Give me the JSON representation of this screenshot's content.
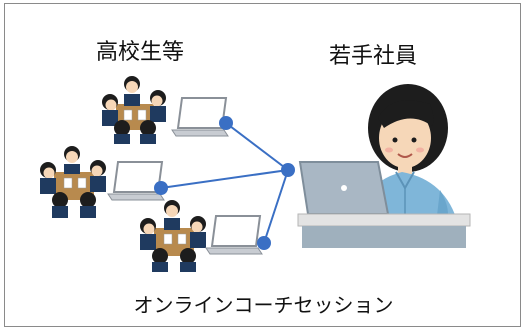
{
  "labels": {
    "students": "高校生等",
    "employee": "若手社員",
    "session": "オンラインコーチセッション"
  },
  "colors": {
    "node": "#3a6fc4",
    "line": "#3a6fc4",
    "laptop_body": "#c8ccd2",
    "laptop_screen": "#ffffff",
    "table": "#b88a4e",
    "hair": "#1d1d1d",
    "uniform": "#1f3a5f",
    "employee_shirt": "#7fb6d9",
    "employee_laptop": "#a9b7c4",
    "desk_top": "#e3e3e3",
    "desk_front": "#9fb0bd",
    "skin": "#f6d7b8"
  },
  "icons": [
    "student-group-icon",
    "laptop-icon",
    "employee-icon",
    "connection-node-icon"
  ]
}
